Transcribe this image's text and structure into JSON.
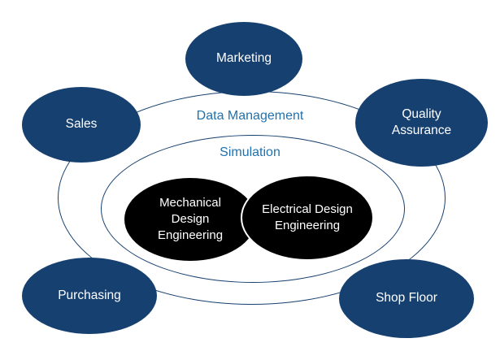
{
  "theme": {
    "background": "#ffffff",
    "satellite_fill": "#16406f",
    "satellite_text": "#ffffff",
    "ring_stroke": "#16406f",
    "ring_label_color": "#2171ad",
    "core_fill": "#000000",
    "core_text": "#ffffff"
  },
  "diagram": {
    "rings": [
      {
        "id": "data-management",
        "label": "Data Management"
      },
      {
        "id": "simulation",
        "label": "Simulation"
      }
    ],
    "core_nodes": [
      {
        "id": "mechanical-design-engineering",
        "label": "Mechanical Design Engineering"
      },
      {
        "id": "electrical-design-engineering",
        "label": "Electrical Design Engineering"
      }
    ],
    "satellites": [
      {
        "id": "marketing",
        "label": "Marketing"
      },
      {
        "id": "sales",
        "label": "Sales"
      },
      {
        "id": "quality-assurance",
        "label": "Quality Assurance"
      },
      {
        "id": "purchasing",
        "label": "Purchasing"
      },
      {
        "id": "shop-floor",
        "label": "Shop Floor"
      }
    ]
  }
}
